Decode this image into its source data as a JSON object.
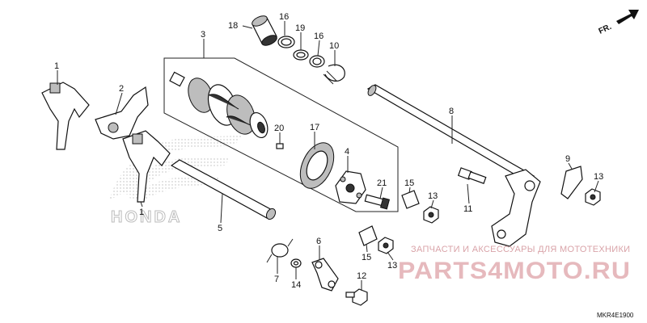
{
  "diagram": {
    "part_code": "MKR4E1900",
    "direction_label": "FR.",
    "brand_mark": "HONDA",
    "watermark": {
      "line1": "ЗАПЧАСТИ И АКСЕССУАРЫ ДЛЯ МОТОТЕХНИКИ",
      "line2": "PARTS4MOTO.RU"
    },
    "callouts": {
      "c1a": "1",
      "c1b": "1",
      "c2": "2",
      "c3": "3",
      "c4": "4",
      "c5": "5",
      "c6": "6",
      "c7": "7",
      "c8": "8",
      "c9": "9",
      "c10": "10",
      "c11": "11",
      "c12": "12",
      "c13a": "13",
      "c13b": "13",
      "c13c": "13",
      "c14": "14",
      "c15a": "15",
      "c15b": "15",
      "c16a": "16",
      "c16b": "16",
      "c17": "17",
      "c18": "18",
      "c19": "19",
      "c20": "20",
      "c21": "21"
    }
  }
}
